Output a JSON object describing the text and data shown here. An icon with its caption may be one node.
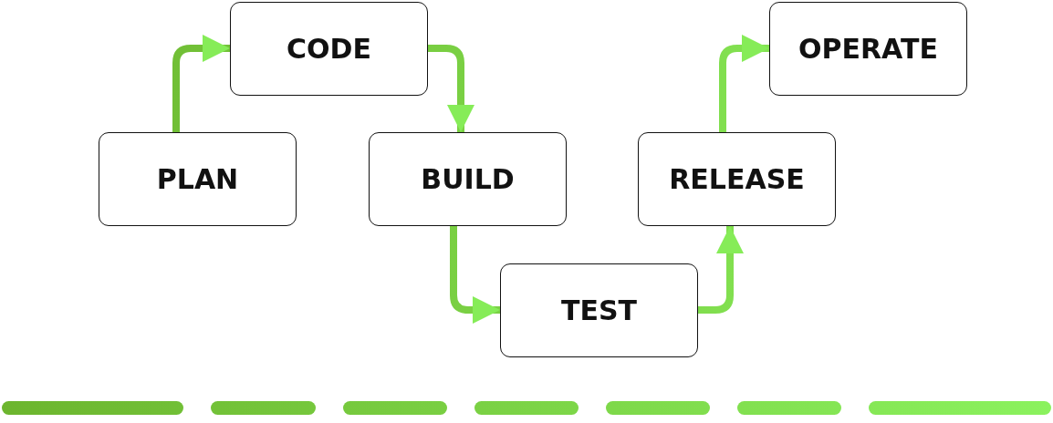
{
  "diagram": {
    "nodes": [
      {
        "text": [
          "PLAN"
        ]
      },
      {
        "text": [
          "CODE"
        ]
      },
      {
        "text": [
          "BUILD"
        ]
      },
      {
        "text": [
          "TEST"
        ]
      },
      {
        "text": [
          "RELEASE"
        ]
      },
      {
        "text": [
          "OPERATE"
        ]
      }
    ],
    "edges": [
      {
        "from": 0,
        "to": 1,
        "arrow": "to"
      },
      {
        "from": 1,
        "to": 2,
        "arrow": "to"
      },
      {
        "from": 2,
        "to": 3,
        "arrow": "to"
      },
      {
        "from": 3,
        "to": 4,
        "arrow": "to"
      },
      {
        "from": 4,
        "to": 5,
        "arrow": "to"
      }
    ]
  }
}
